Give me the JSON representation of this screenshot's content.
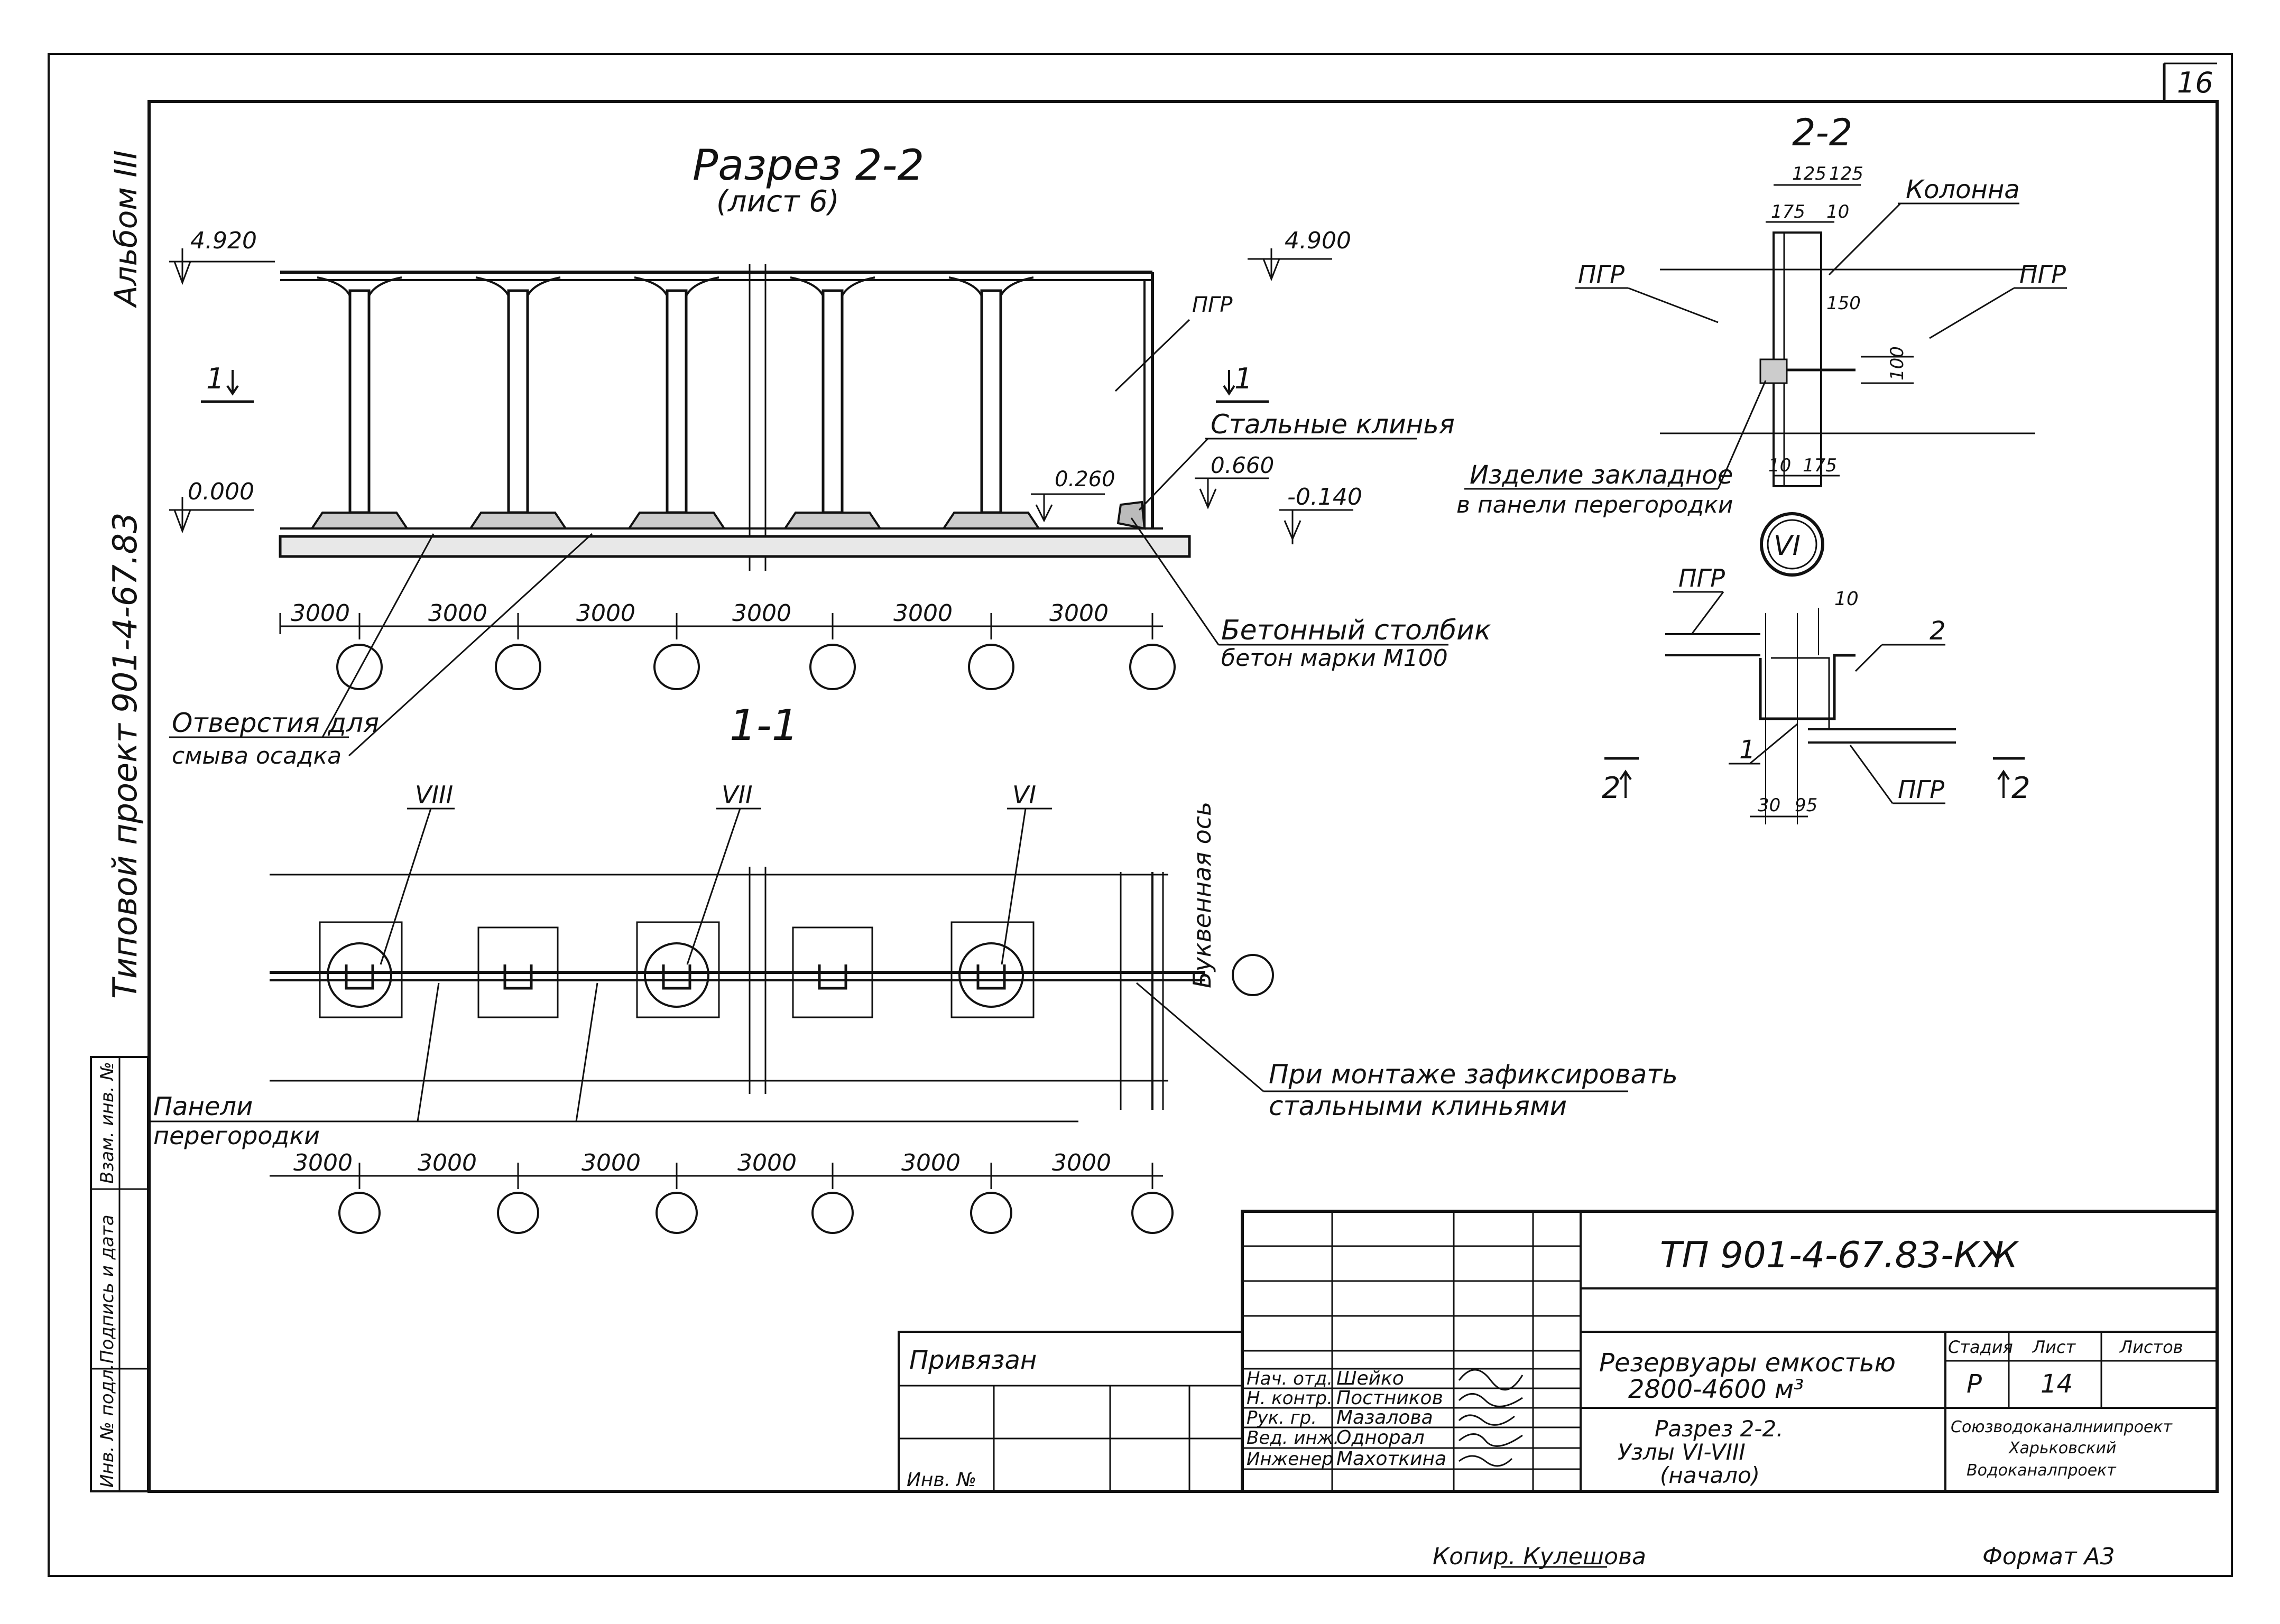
{
  "sheet": {
    "page_number": "16",
    "album": "Альбом III",
    "project": "Типовой проект 901-4-67.83",
    "copied_by": "Копир. Кулешова",
    "format": "Формат А3"
  },
  "section_2_2": {
    "title": "Разрез 2-2",
    "subtitle": "(лист 6)",
    "elev_top_left": "4.920",
    "elev_top_right": "4.900",
    "elev_zero": "0.000",
    "elev_0260": "0.260",
    "elev_0660": "0.660",
    "elev_m0140": "-0.140",
    "section_mark_left": "1",
    "section_mark_right": "1",
    "label_pgr": "ПГР",
    "label_wedges": "Стальные клинья",
    "label_post_1": "Бетонный столбик",
    "label_post_2": "бетон марки М100",
    "label_holes_1": "Отверстия для",
    "label_holes_2": "смыва осадка",
    "dims": [
      "3000",
      "3000",
      "3000",
      "3000",
      "3000",
      "3000"
    ]
  },
  "plan_1_1": {
    "title": "1-1",
    "nodes": [
      "VIII",
      "VII",
      "VI"
    ],
    "axis_label": "Буквенная ось",
    "label_mount_1": "При монтаже зафиксировать",
    "label_mount_2": "стальными клиньями",
    "label_panels_1": "Панели",
    "label_panels_2": "перегородки",
    "dims": [
      "3000",
      "3000",
      "3000",
      "3000",
      "3000",
      "3000"
    ]
  },
  "detail_2_2": {
    "title": "2-2",
    "label_column": "Колонна",
    "label_pgr_left": "ПГР",
    "label_pgr_right": "ПГР",
    "dim_125a": "125",
    "dim_125b": "125",
    "dim_175_top": "175",
    "dim_10_top": "10",
    "dim_150": "150",
    "dim_100": "100",
    "dim_10_bottom": "10",
    "dim_175_bottom": "175",
    "label_embed_1": "Изделие закладное",
    "label_embed_2": "в панели перегородки"
  },
  "node_vi": {
    "mark": "VI",
    "label_pgr_top": "ПГР",
    "label_pgr_bottom": "ПГР",
    "dim_10": "10",
    "dim_30": "30",
    "dim_95": "95",
    "item_1": "1",
    "item_2": "2",
    "cut_left": "2",
    "cut_right": "2"
  },
  "side_stamp": {
    "inv_podl": "Инв. № подл.",
    "sign_date": "Подпись и дата",
    "vzam_inv": "Взам. инв. №"
  },
  "title_block": {
    "code": "ТП 901-4-67.83-КЖ",
    "privyazan": "Привязан",
    "inv_no": "Инв. №",
    "roles": [
      "Нач. отд.",
      "Н. контр.",
      "Рук. гр.",
      "Вед. инж.",
      "Инженер"
    ],
    "names": [
      "Шейко",
      "Постников",
      "Мазалова",
      "Однорал",
      "Махоткина"
    ],
    "object_1": "Резервуары емкостью",
    "object_2": "2800-4600 м³",
    "sheet_title_1": "Разрез 2-2.",
    "sheet_title_2": "Узлы VI-VIII",
    "sheet_title_3": "(начало)",
    "col_stage": "Стадия",
    "col_sheet": "Лист",
    "col_sheets": "Листов",
    "stage": "Р",
    "sheet_no": "14",
    "org_1": "Союзводоканалниипроект",
    "org_2": "Харьковский",
    "org_3": "Водоканалпроект"
  }
}
